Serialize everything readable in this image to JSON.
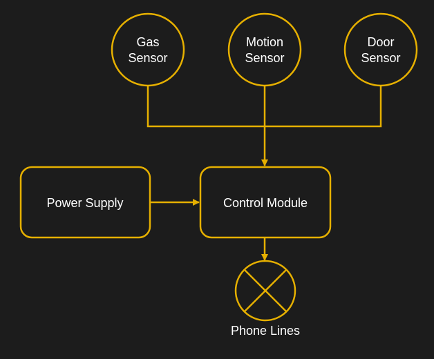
{
  "colors": {
    "background": "#1c1c1c",
    "stroke": "#e6b000",
    "text": "#ffffff"
  },
  "nodes": {
    "gas_sensor": {
      "line1": "Gas",
      "line2": "Sensor"
    },
    "motion_sensor": {
      "line1": "Motion",
      "line2": "Sensor"
    },
    "door_sensor": {
      "line1": "Door",
      "line2": "Sensor"
    },
    "power_supply": {
      "label": "Power Supply"
    },
    "control_module": {
      "label": "Control Module"
    },
    "phone_lines": {
      "label": "Phone Lines",
      "icon": "crossed-circle-icon"
    }
  },
  "edges": [
    {
      "from": "gas_sensor",
      "to": "control_module"
    },
    {
      "from": "motion_sensor",
      "to": "control_module"
    },
    {
      "from": "door_sensor",
      "to": "control_module"
    },
    {
      "from": "power_supply",
      "to": "control_module"
    },
    {
      "from": "control_module",
      "to": "phone_lines"
    }
  ]
}
